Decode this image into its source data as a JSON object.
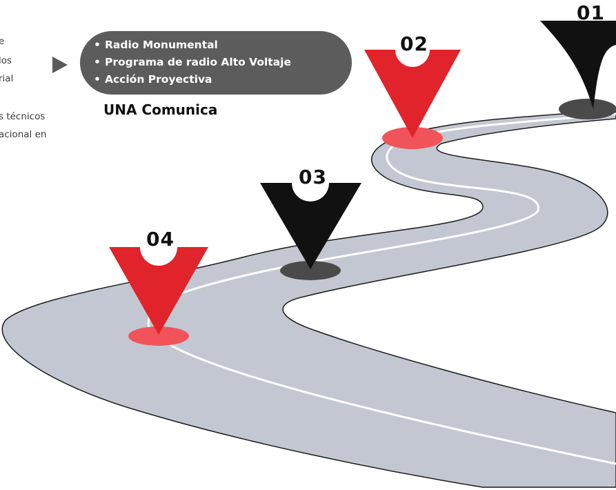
{
  "side_text": {
    "lines": [
      "e",
      "los",
      "rial",
      "",
      "s técnicos",
      "acional en"
    ]
  },
  "pill": {
    "items": [
      "Radio Monumental",
      "Programa de radio Alto Voltaje",
      "Acción Proyectiva"
    ]
  },
  "caption": "UNA Comunica",
  "markers": [
    {
      "number": "01",
      "color": "#111111",
      "base_color": "#4a4a4a"
    },
    {
      "number": "02",
      "color": "#e1232b",
      "base_color": "#f0545a"
    },
    {
      "number": "03",
      "color": "#111111",
      "base_color": "#4a4a4a"
    },
    {
      "number": "04",
      "color": "#e1232b",
      "base_color": "#f0545a"
    }
  ],
  "colors": {
    "road": "#c3c7d1",
    "road_edge": "#1a1a1a",
    "lane_line": "#ffffff",
    "pill": "#5c5c5c"
  }
}
